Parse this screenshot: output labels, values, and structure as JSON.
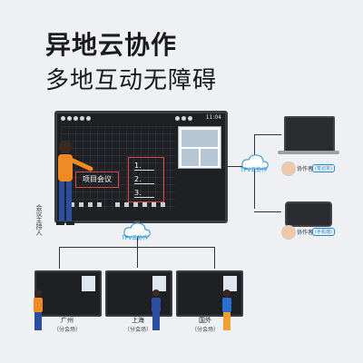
{
  "header": {
    "title": "异地云协作",
    "subtitle": "多地互动无障碍"
  },
  "board": {
    "time": "11:04",
    "topic": "项目会议",
    "list_items": [
      "1.",
      "2.",
      "3."
    ],
    "presenter_label": "会议主持人"
  },
  "cloud": {
    "main_label": "TPV云协作",
    "right_label": "TPV云协作"
  },
  "remote_users": [
    {
      "name": "协作者",
      "tag": "(笔记本)"
    },
    {
      "name": "协作者",
      "tag": "(手机端)"
    }
  ],
  "sites": [
    {
      "name": "广州",
      "sub": "（分会场）"
    },
    {
      "name": "上海",
      "sub": "（分会场）"
    },
    {
      "name": "国外",
      "sub": "（分会场）"
    }
  ],
  "colors": {
    "accent": "#1f8ad6",
    "highlight": "#e04646",
    "presenter_shirt": "#f08a24",
    "presenter_pants": "#2b4f9e"
  }
}
